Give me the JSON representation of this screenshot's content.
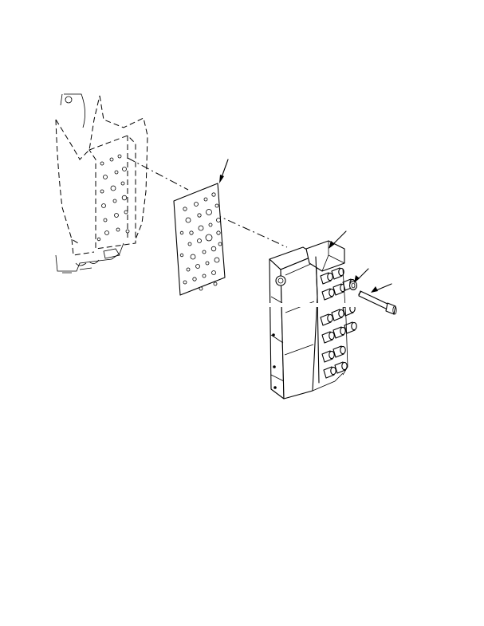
{
  "figure": {
    "parts": [
      {
        "name": "transmission-case"
      },
      {
        "name": "separator-plate-gasket"
      },
      {
        "name": "control-valve-body"
      },
      {
        "name": "o-ring"
      },
      {
        "name": "bolt"
      }
    ],
    "callouts": 4,
    "labels": []
  }
}
